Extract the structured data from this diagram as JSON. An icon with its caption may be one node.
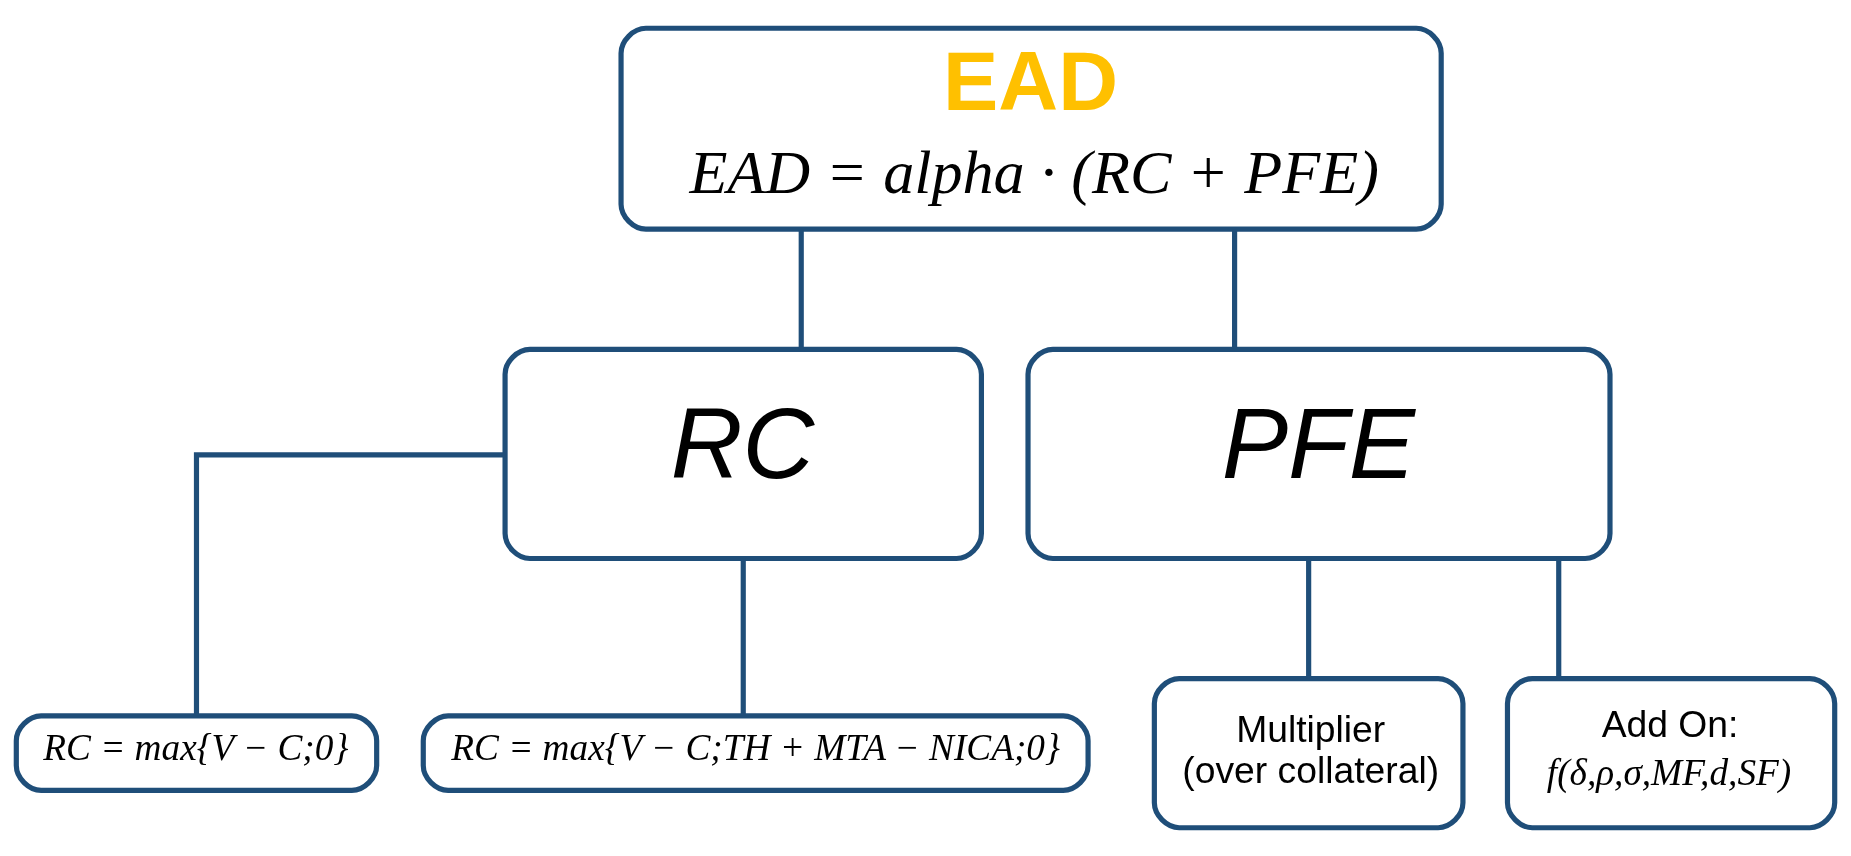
{
  "diagram": {
    "nodes": [
      {
        "text": [
          "EAD",
          "EAD = alpha · (RC + PFE)"
        ]
      },
      {
        "text": [
          "RC"
        ]
      },
      {
        "text": [
          "PFE"
        ]
      },
      {
        "text": [
          "RC = max{V − C;0}"
        ]
      },
      {
        "text": [
          "RC = max{V − C;TH + MTA − NICA;0}"
        ]
      },
      {
        "text": [
          "Multiplier (over collateral)"
        ]
      },
      {
        "text": [
          "Add On:",
          "f(δ,ρ,σ,MF,d,SF)"
        ]
      }
    ],
    "edges": [
      {
        "from": 0,
        "to": 1,
        "arrow": "none"
      },
      {
        "from": 0,
        "to": 2,
        "arrow": "none"
      },
      {
        "from": 1,
        "to": 3,
        "arrow": "none"
      },
      {
        "from": 1,
        "to": 4,
        "arrow": "none"
      },
      {
        "from": 2,
        "to": 5,
        "arrow": "none"
      },
      {
        "from": 2,
        "to": 6,
        "arrow": "none"
      }
    ]
  }
}
